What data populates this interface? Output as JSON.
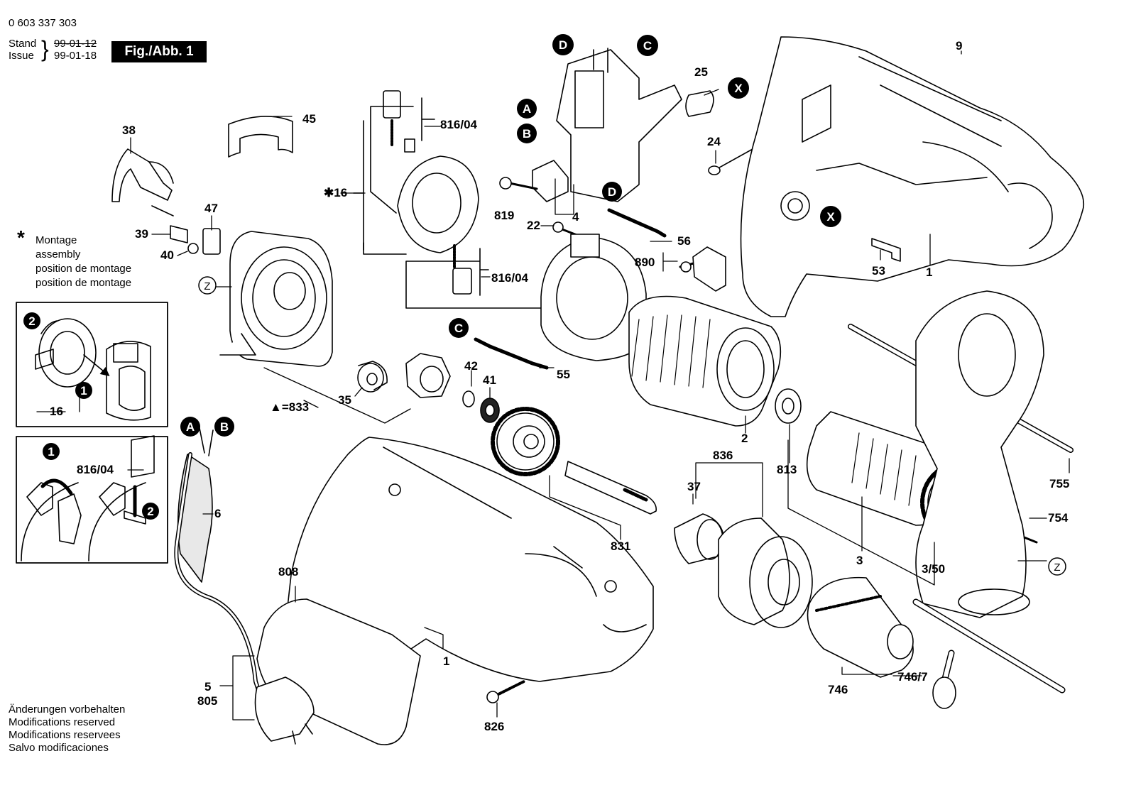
{
  "header": {
    "part_number": "0 603 337 303",
    "stand_label": "Stand",
    "stand_date": "99-01-12",
    "issue_label": "Issue",
    "issue_date": "99-01-18",
    "figure_label": "Fig./Abb. 1"
  },
  "note": {
    "symbol": "*",
    "lines": [
      "Montage",
      "assembly",
      "position de montage",
      "position de montage"
    ]
  },
  "footer": {
    "lines": [
      "Änderungen vorbehalten",
      "Modifications reserved",
      "Modifications reservees",
      "Salvo modificaciones"
    ]
  },
  "markers": {
    "A": "A",
    "B": "B",
    "C": "C",
    "D": "D",
    "X": "X",
    "Z": "Z",
    "step1": "1",
    "step2": "2"
  },
  "parts": {
    "p45": "45",
    "p38": "38",
    "p47": "47",
    "p39": "39",
    "p40": "40",
    "p16": "16",
    "p16_star": "✱16",
    "p816a": "816/04",
    "p816b": "816/04",
    "p816c": "816/04",
    "p819": "819",
    "p4": "4",
    "p22": "22",
    "p56": "56",
    "p890": "890",
    "p55": "55",
    "p25": "25",
    "p24": "24",
    "p9": "9",
    "p53": "53",
    "p1a": "1",
    "p1b": "1",
    "p42": "42",
    "p41": "41",
    "p35": "35",
    "p833": "▲=833",
    "p2": "2",
    "p813": "813",
    "p836": "836",
    "p37": "37",
    "p831": "831",
    "p808": "808",
    "p6": "6",
    "p5": "5",
    "p805": "805",
    "p826": "826",
    "p746": "746",
    "p746_7": "746/7",
    "p3": "3",
    "p3_50": "3/50",
    "p755": "755",
    "p754": "754"
  },
  "colors": {
    "ink": "#000000",
    "paper": "#ffffff",
    "shade": "#e8e8e8"
  }
}
